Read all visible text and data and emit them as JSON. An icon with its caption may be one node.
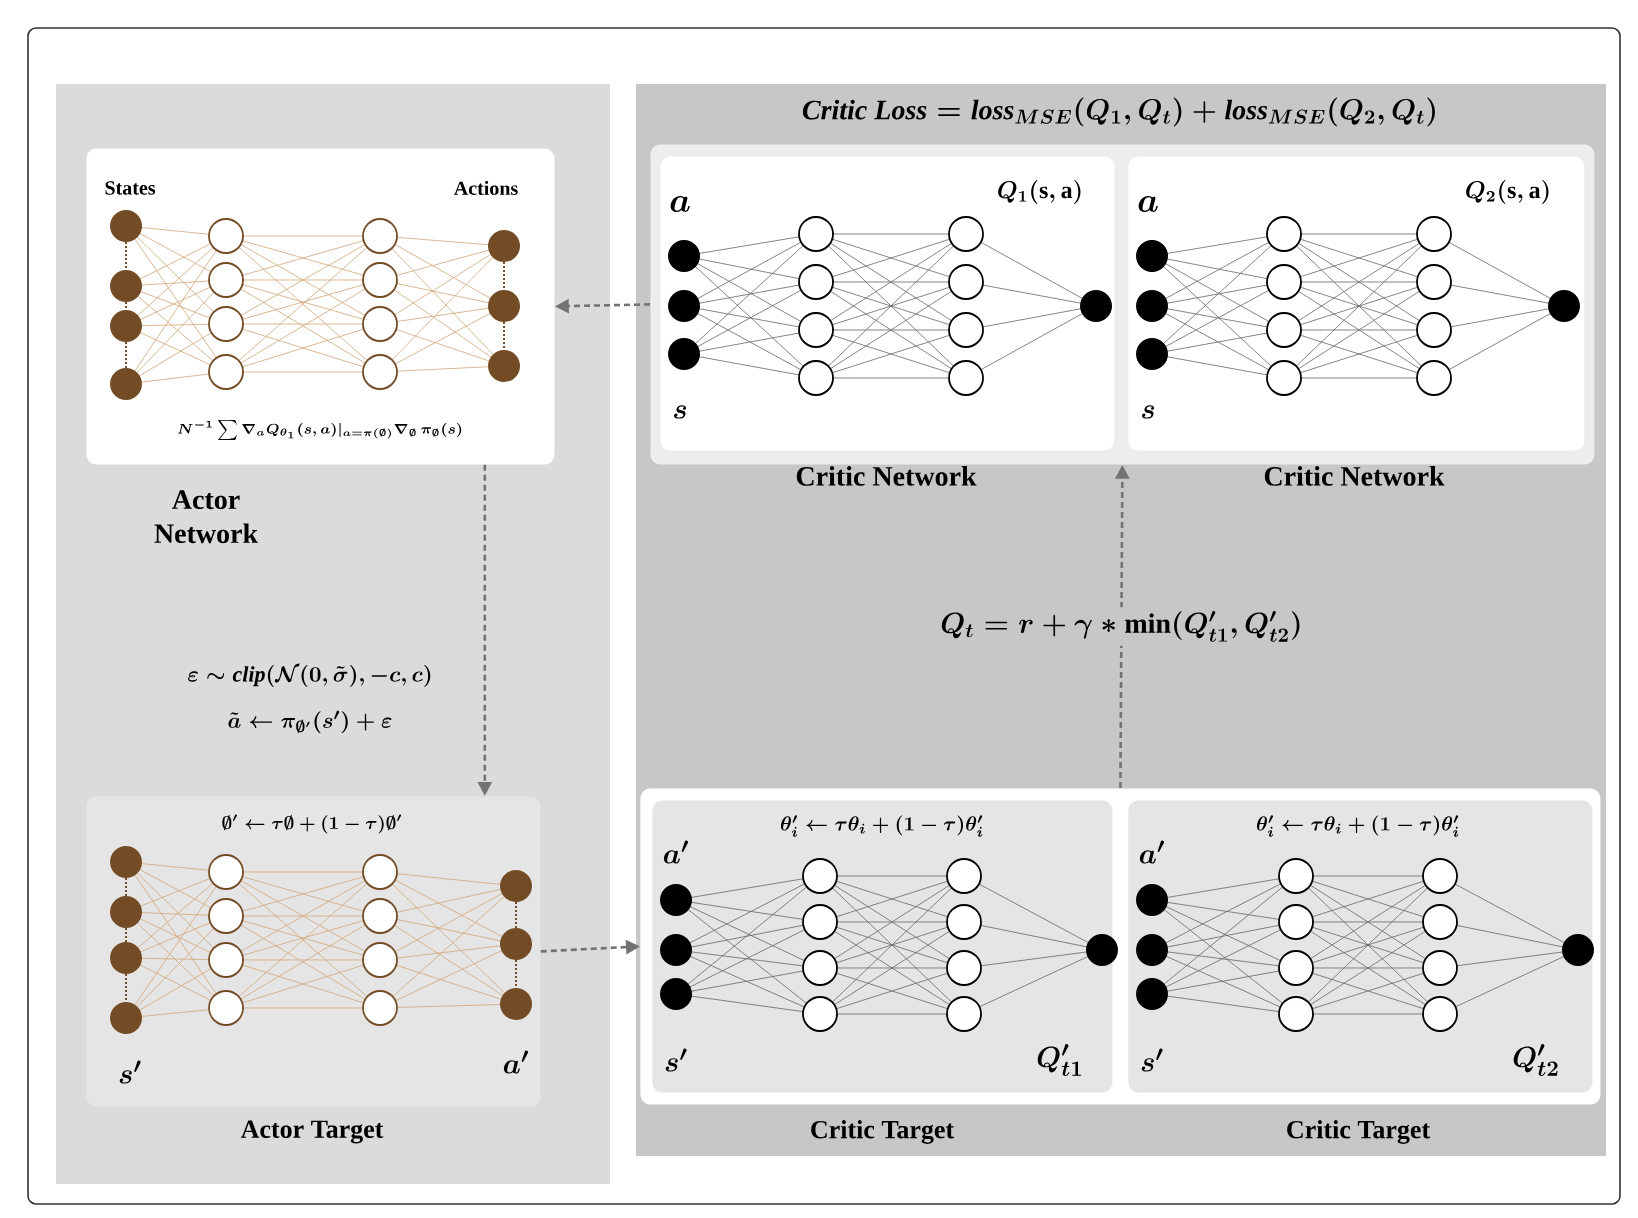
{
  "diagram": {
    "nodes": [
      {
        "text": [
          "States",
          "Actions",
          "N^{-1}\\sum \\nabla_a Q_{\\theta_1}(s,a)|_{a=\\pi(\\emptyset)}\\nabla_{\\emptyset}\\,\\pi_{\\emptyset}(s)",
          "Actor Network"
        ]
      },
      {
        "text": [],
        "shape": "box"
      },
      {
        "text": [
          "a",
          "Q_1(\\mathrm{s,a})",
          "s",
          "Critic Network"
        ],
        "in": 1
      },
      {
        "text": [
          "a",
          "Q_2(\\mathrm{s,a})",
          "s",
          "Critic Network"
        ],
        "in": 1
      },
      {
        "text": [
          "\\emptyset' \\leftarrow \\tau\\emptyset + (1-\\tau)\\emptyset'",
          "s'",
          "a'",
          "Actor Target"
        ]
      },
      {
        "text": [],
        "shape": "box"
      },
      {
        "text": [
          "a'",
          "\\theta_i' \\leftarrow \\tau\\theta_i + (1-\\tau)\\theta_i'",
          "s'",
          "Q_{t1}'",
          "Critic Target"
        ],
        "in": 5
      },
      {
        "text": [
          "a'",
          "\\theta_i' \\leftarrow \\tau\\theta_i + (1-\\tau)\\theta_i'",
          "s'",
          "Q_{t2}'",
          "Critic Target"
        ],
        "in": 5
      }
    ],
    "edges": [
      {
        "from": 1,
        "to": 0,
        "arrow": "to",
        "style": "dashed"
      },
      {
        "from": 0,
        "to": 4,
        "arrow": "to",
        "style": "dashed"
      },
      {
        "from": 4,
        "to": 5,
        "arrow": "to",
        "style": "dashed"
      },
      {
        "from": 5,
        "to": 1,
        "arrow": "to",
        "style": "dashed",
        "label": "Q_t = r + \\gamma * \\min(Q_{t1}', Q_{t2}')"
      }
    ],
    "labels": [
      "\\mathit{Critic\\ Loss} = \\mathit{loss}_{MSE}(Q_1, Q_t) + \\mathit{loss}_{MSE}(Q_2, Q_t)",
      "\\varepsilon \\sim \\mathit{clip}(\\mathcal{N}(0,\\tilde{\\sigma}), -c, c)",
      "\\tilde{a} \\leftarrow \\pi_{\\emptyset'}(s')+\\varepsilon"
    ]
  }
}
